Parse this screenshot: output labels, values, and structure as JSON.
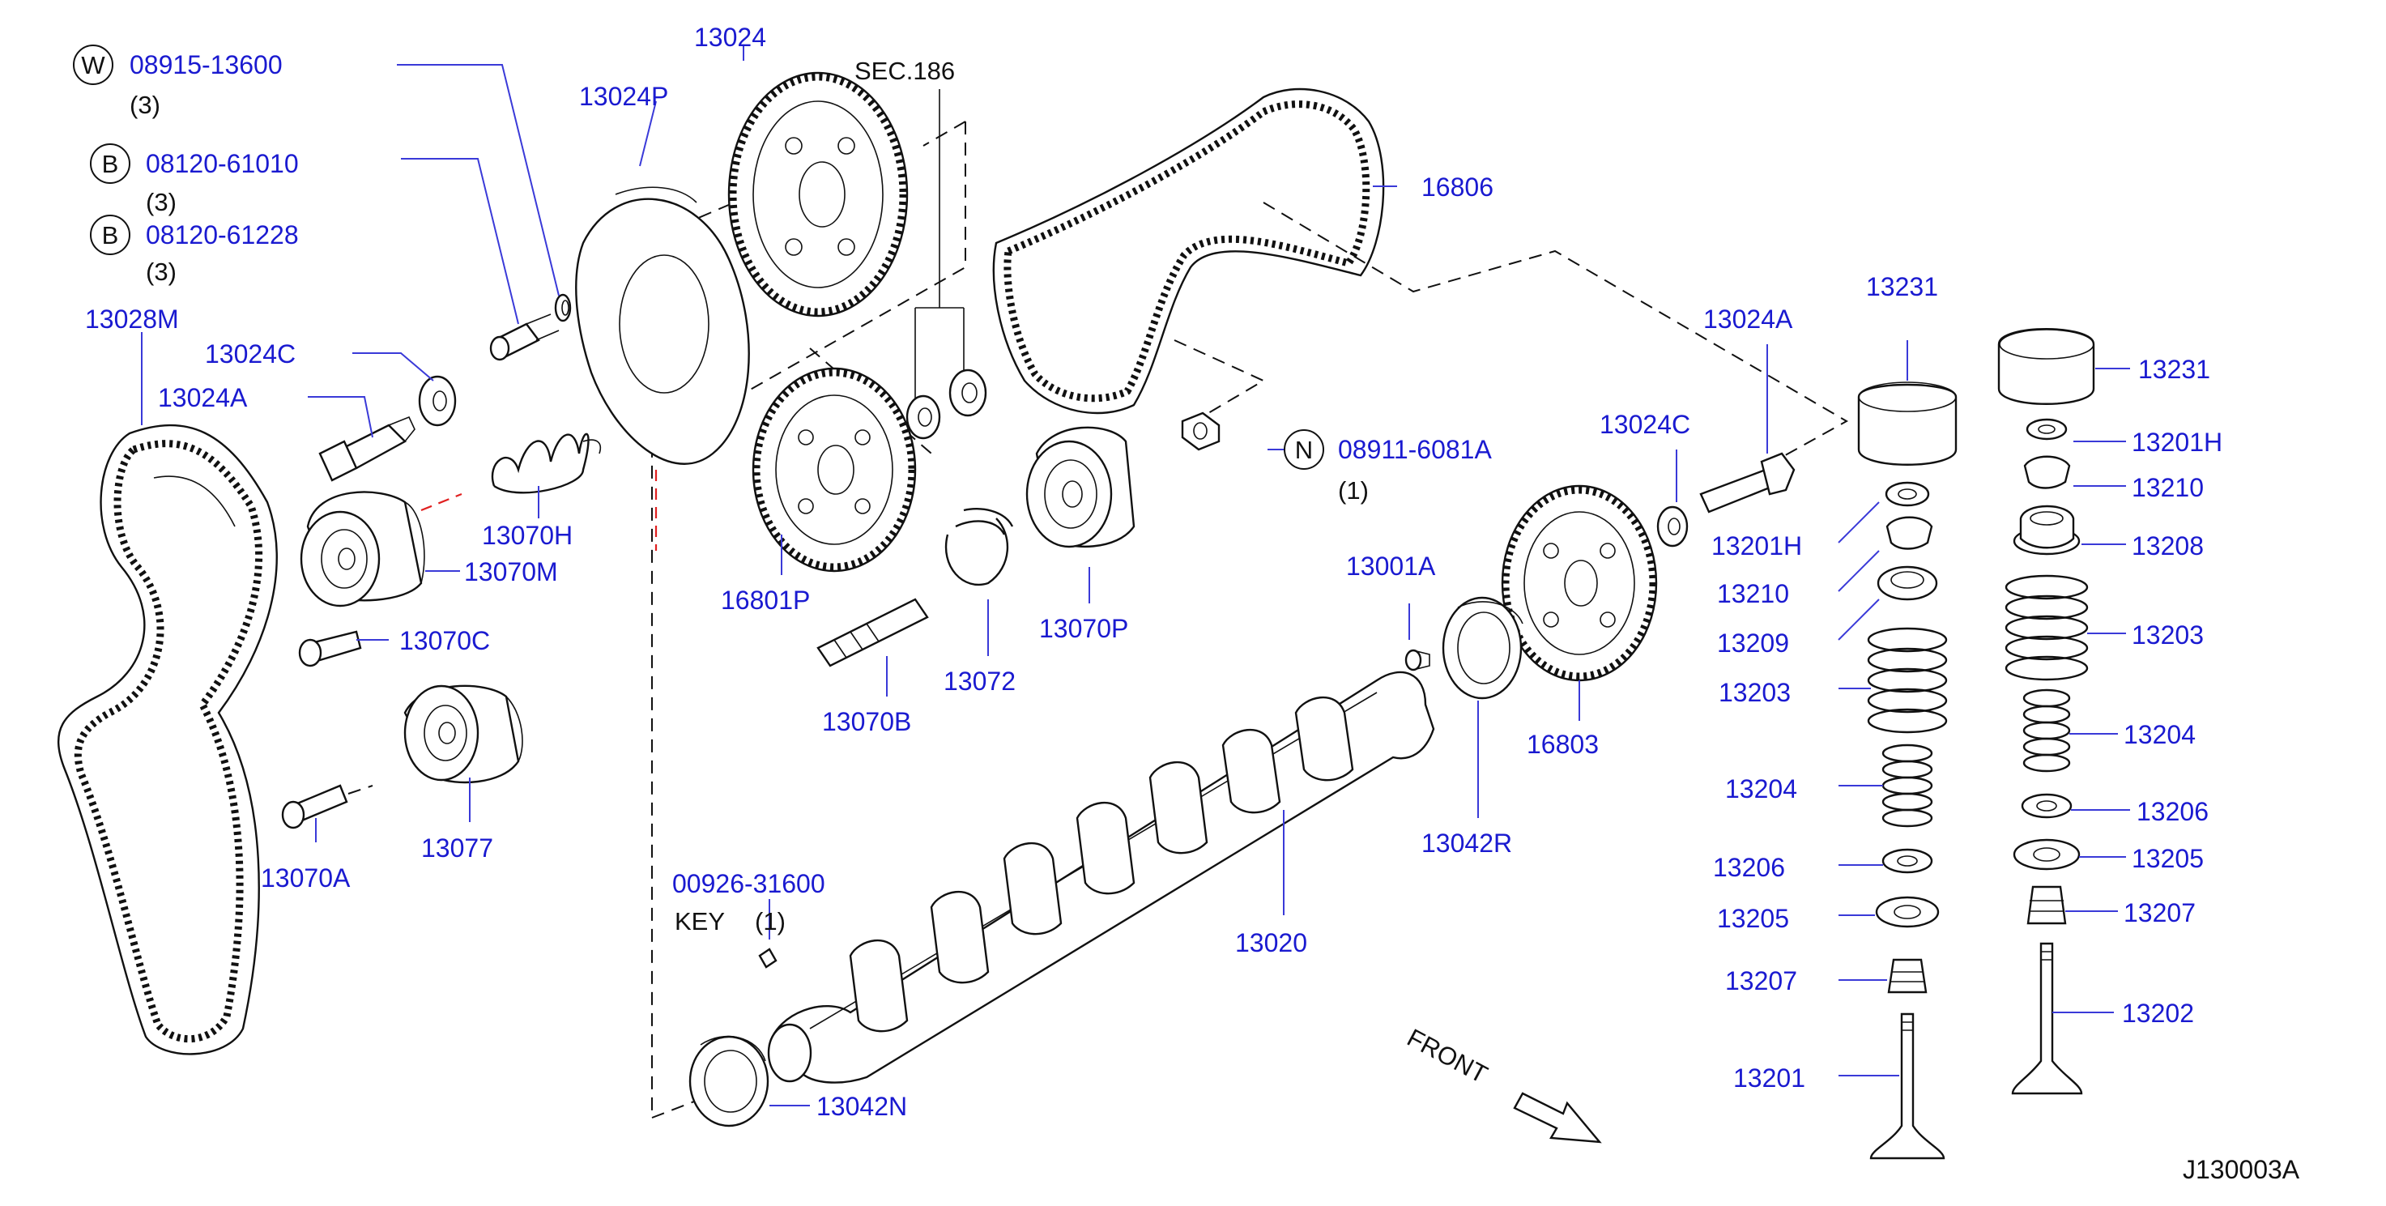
{
  "diagram": {
    "reference": "J130003A",
    "front_label": "FRONT",
    "sec_label": "SEC.186",
    "fasteners": [
      {
        "code": "W",
        "part": "08915-13600",
        "qty": "(3)"
      },
      {
        "code": "B",
        "part": "08120-61010",
        "qty": "(3)"
      },
      {
        "code": "B",
        "part": "08120-61228",
        "qty": "(3)"
      },
      {
        "code": "N",
        "part": "08911-6081A",
        "qty": "(1)"
      }
    ],
    "key": {
      "part": "00926-31600",
      "label": "KEY",
      "qty": "(1)"
    },
    "labels": {
      "p13024": "13024",
      "p13024P": "13024P",
      "p13028M": "13028M",
      "p13024C_left": "13024C",
      "p13024A_left": "13024A",
      "p13070H": "13070H",
      "p13070M": "13070M",
      "p13070C": "13070C",
      "p13077": "13077",
      "p13070A": "13070A",
      "p16806": "16806",
      "p16801P": "16801P",
      "p13072": "13072",
      "p13070P": "13070P",
      "p13070B": "13070B",
      "p13001A": "13001A",
      "p13024A_right": "13024A",
      "p13024C_right": "13024C",
      "p16803": "16803",
      "p13042R": "13042R",
      "p13020": "13020",
      "p13042N": "13042N",
      "v13231_l": "13231",
      "v13201H_l": "13201H",
      "v13210_l": "13210",
      "v13209_l": "13209",
      "v13203_l": "13203",
      "v13204_l": "13204",
      "v13206_l": "13206",
      "v13205_l": "13205",
      "v13207_l": "13207",
      "v13201_l": "13201",
      "v13231_r": "13231",
      "v13201H_r": "13201H",
      "v13210_r": "13210",
      "v13208_r": "13208",
      "v13203_r": "13203",
      "v13204_r": "13204",
      "v13206_r": "13206",
      "v13205_r": "13205",
      "v13207_r": "13207",
      "v13202_r": "13202"
    }
  },
  "colors": {
    "part_number": "#1a1ad0",
    "leader": "#3a3ad8",
    "line_art": "#111111",
    "red_dash": "#e02020"
  }
}
